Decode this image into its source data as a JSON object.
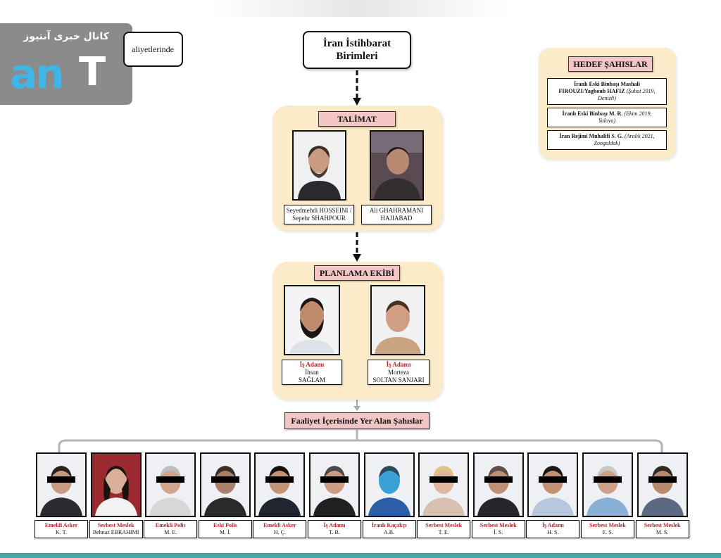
{
  "root": {
    "line1": "İran İstihbarat",
    "line2": "Birimleri"
  },
  "partial_box": {
    "text": "aliyetlerinde"
  },
  "logo": {
    "arabic": "کانال خبری آنتیوز",
    "brand_an": "an",
    "brand_t": "T"
  },
  "hedef": {
    "title": "HEDEF ŞAHISLAR",
    "items": [
      {
        "line1": "İranlı Eski Binbaşı Mashali",
        "line2": "FIROUZI/Yaghoub HAFIZ",
        "note": "(Şubat 2019,",
        "note2": "Denizli)"
      },
      {
        "line1": "İranlı Eski Binbaşı M. R.",
        "note": "(Ekim 2019,",
        "note2": "Yalova)"
      },
      {
        "line1": "İran Rejimi Muhalifi S. G.",
        "note": "(Aralık 2021,",
        "note2": "Zonguldak)"
      }
    ]
  },
  "talimat": {
    "title": "TALİMAT",
    "people": [
      {
        "line1": "Seyedmehdi HOSSEINI /",
        "line2": "Sepehr SHAHPOUR"
      },
      {
        "line1": "Ali GHAHRAMANI",
        "line2": "HAJIABAD"
      }
    ]
  },
  "planlama": {
    "title": "PLANLAMA EKİBİ",
    "people": [
      {
        "role": "İş Adamı",
        "line1": "İhsan",
        "line2": "SAĞLAM"
      },
      {
        "role": "İş Adamı",
        "line1": "Morteza",
        "line2": "SOLTAN SANJARI"
      }
    ]
  },
  "faaliyet": {
    "title": "Faaliyet İçerisinde Yer Alan Şahıslar",
    "people": [
      {
        "role": "Emekli Asker",
        "name": "K. T."
      },
      {
        "role": "Serbest Meslek",
        "name": "Behnaz EBRAHIMI"
      },
      {
        "role": "Emekli Polis",
        "name": "M. E."
      },
      {
        "role": "Eski Polis",
        "name": "M. İ."
      },
      {
        "role": "Emekli Asker",
        "name": "H. Ç."
      },
      {
        "role": "İş Adamı",
        "name": "T. B."
      },
      {
        "role": "İranlı Kaçakçı",
        "name": "A.B."
      },
      {
        "role": "Serbest Meslek",
        "name": "T. E."
      },
      {
        "role": "Serbest Meslek",
        "name": "İ. S."
      },
      {
        "role": "İş Adamı",
        "name": "H. S."
      },
      {
        "role": "Serbest Meslek",
        "name": "E. S."
      },
      {
        "role": "Serbest Meslek",
        "name": "M. S."
      }
    ]
  }
}
